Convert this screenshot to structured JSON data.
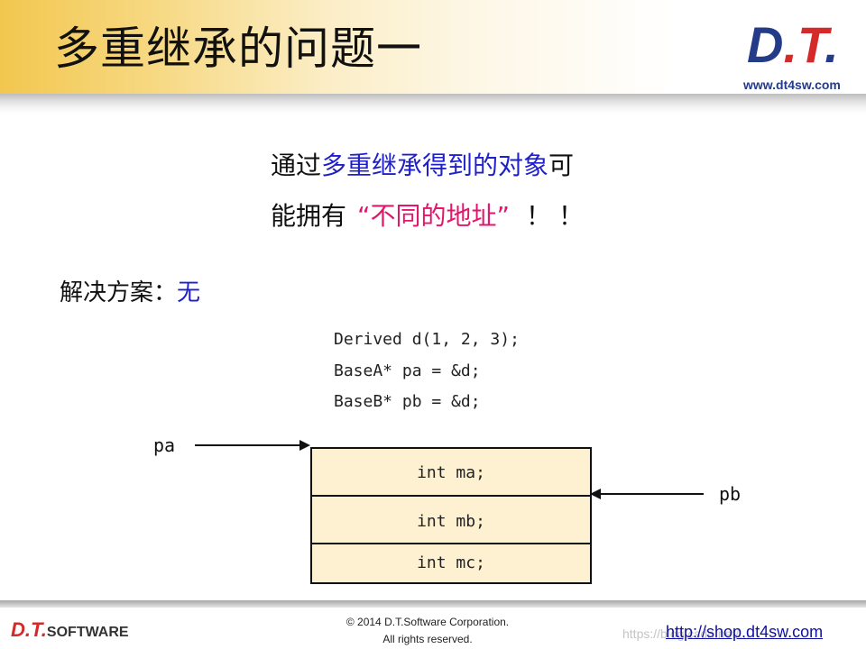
{
  "header": {
    "title": "多重继承的问题一",
    "logo_d": "D",
    "logo_dot": ".",
    "logo_t": "T",
    "logo_dot2": ".",
    "logo_url": "www.dt4sw.com"
  },
  "body": {
    "line1_pre": "通过",
    "line1_blue": "多重继承得到的对象",
    "line1_post": "可",
    "line2_pre": "能拥有",
    "line2_pink": "“不同的地址”",
    "line2_post": "！！",
    "solution_label": "解决方案：",
    "solution_value": "无"
  },
  "code": {
    "lines": [
      "Derived d(1, 2, 3);",
      "BaseA* pa = &d;",
      "BaseB* pb = &d;"
    ]
  },
  "diagram": {
    "pa_label": "pa",
    "pb_label": "pb",
    "cells": [
      "int ma;",
      "int mb;",
      "int mc;"
    ]
  },
  "footer": {
    "logo_dt": "D.T.",
    "logo_software": "SOFTWARE",
    "copyright_line1": "© 2014 D.T.Software Corporation.",
    "copyright_line2": "All rights reserved.",
    "watermark": "https://blog.csdn.net/...",
    "shop_link": "http://shop.dt4sw.com"
  },
  "colors": {
    "accent_blue": "#2020c8",
    "accent_pink": "#e0186c",
    "cell_fill": "#fdf1d2",
    "header_gold": "#f2c74f"
  }
}
